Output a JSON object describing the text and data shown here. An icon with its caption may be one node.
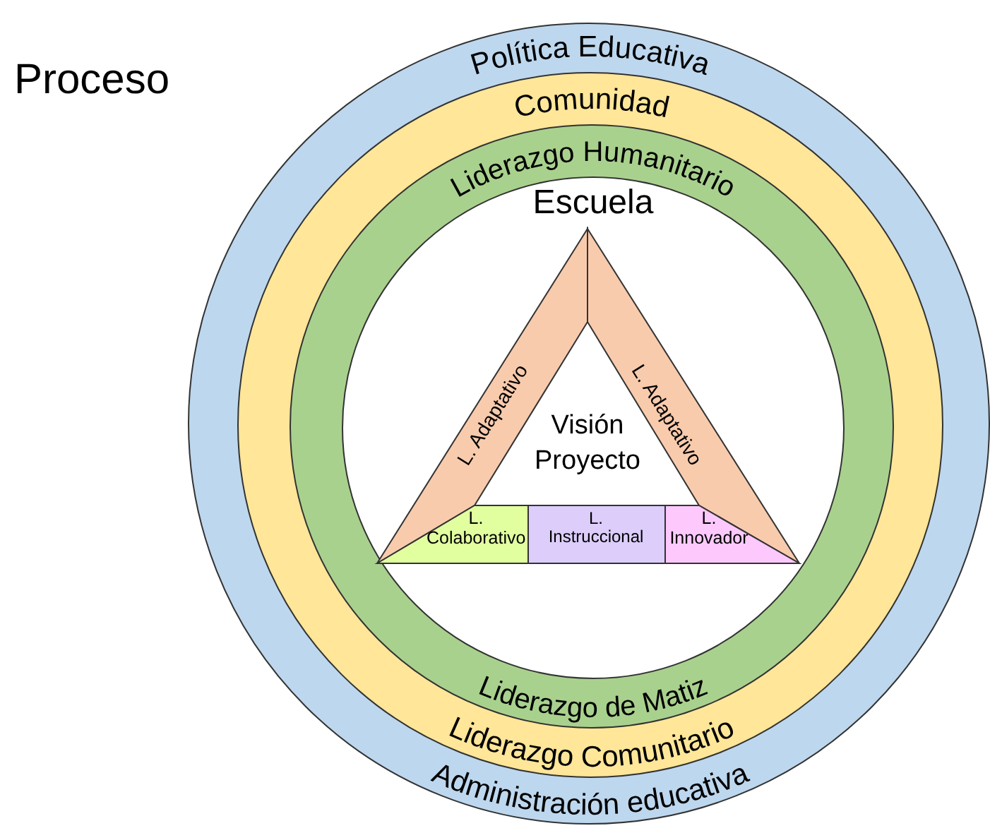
{
  "diagram": {
    "nodes": [
      {
        "text": [
          "Política Educativa",
          "Administración educativa"
        ]
      },
      {
        "text": [
          "Comunidad",
          "Liderazgo Comunitario"
        ],
        "in": 0
      },
      {
        "text": [
          "Liderazgo Humanitario",
          "Liderazgo de Matiz"
        ],
        "in": 1
      },
      {
        "text": [
          "Escuela"
        ],
        "in": 2
      },
      {
        "text": [
          "L. Adaptativo"
        ],
        "in": 3
      },
      {
        "text": [
          "L. Adaptativo"
        ],
        "in": 3
      },
      {
        "text": [
          "Visión Proyecto"
        ],
        "in": 3
      },
      {
        "text": [
          "L. Colaborativo"
        ],
        "in": 3
      },
      {
        "text": [
          "L. Instruccional"
        ],
        "in": 3
      },
      {
        "text": [
          "L. Innovador"
        ],
        "in": 3
      }
    ],
    "edges": [],
    "labels": [
      "Proceso"
    ]
  }
}
